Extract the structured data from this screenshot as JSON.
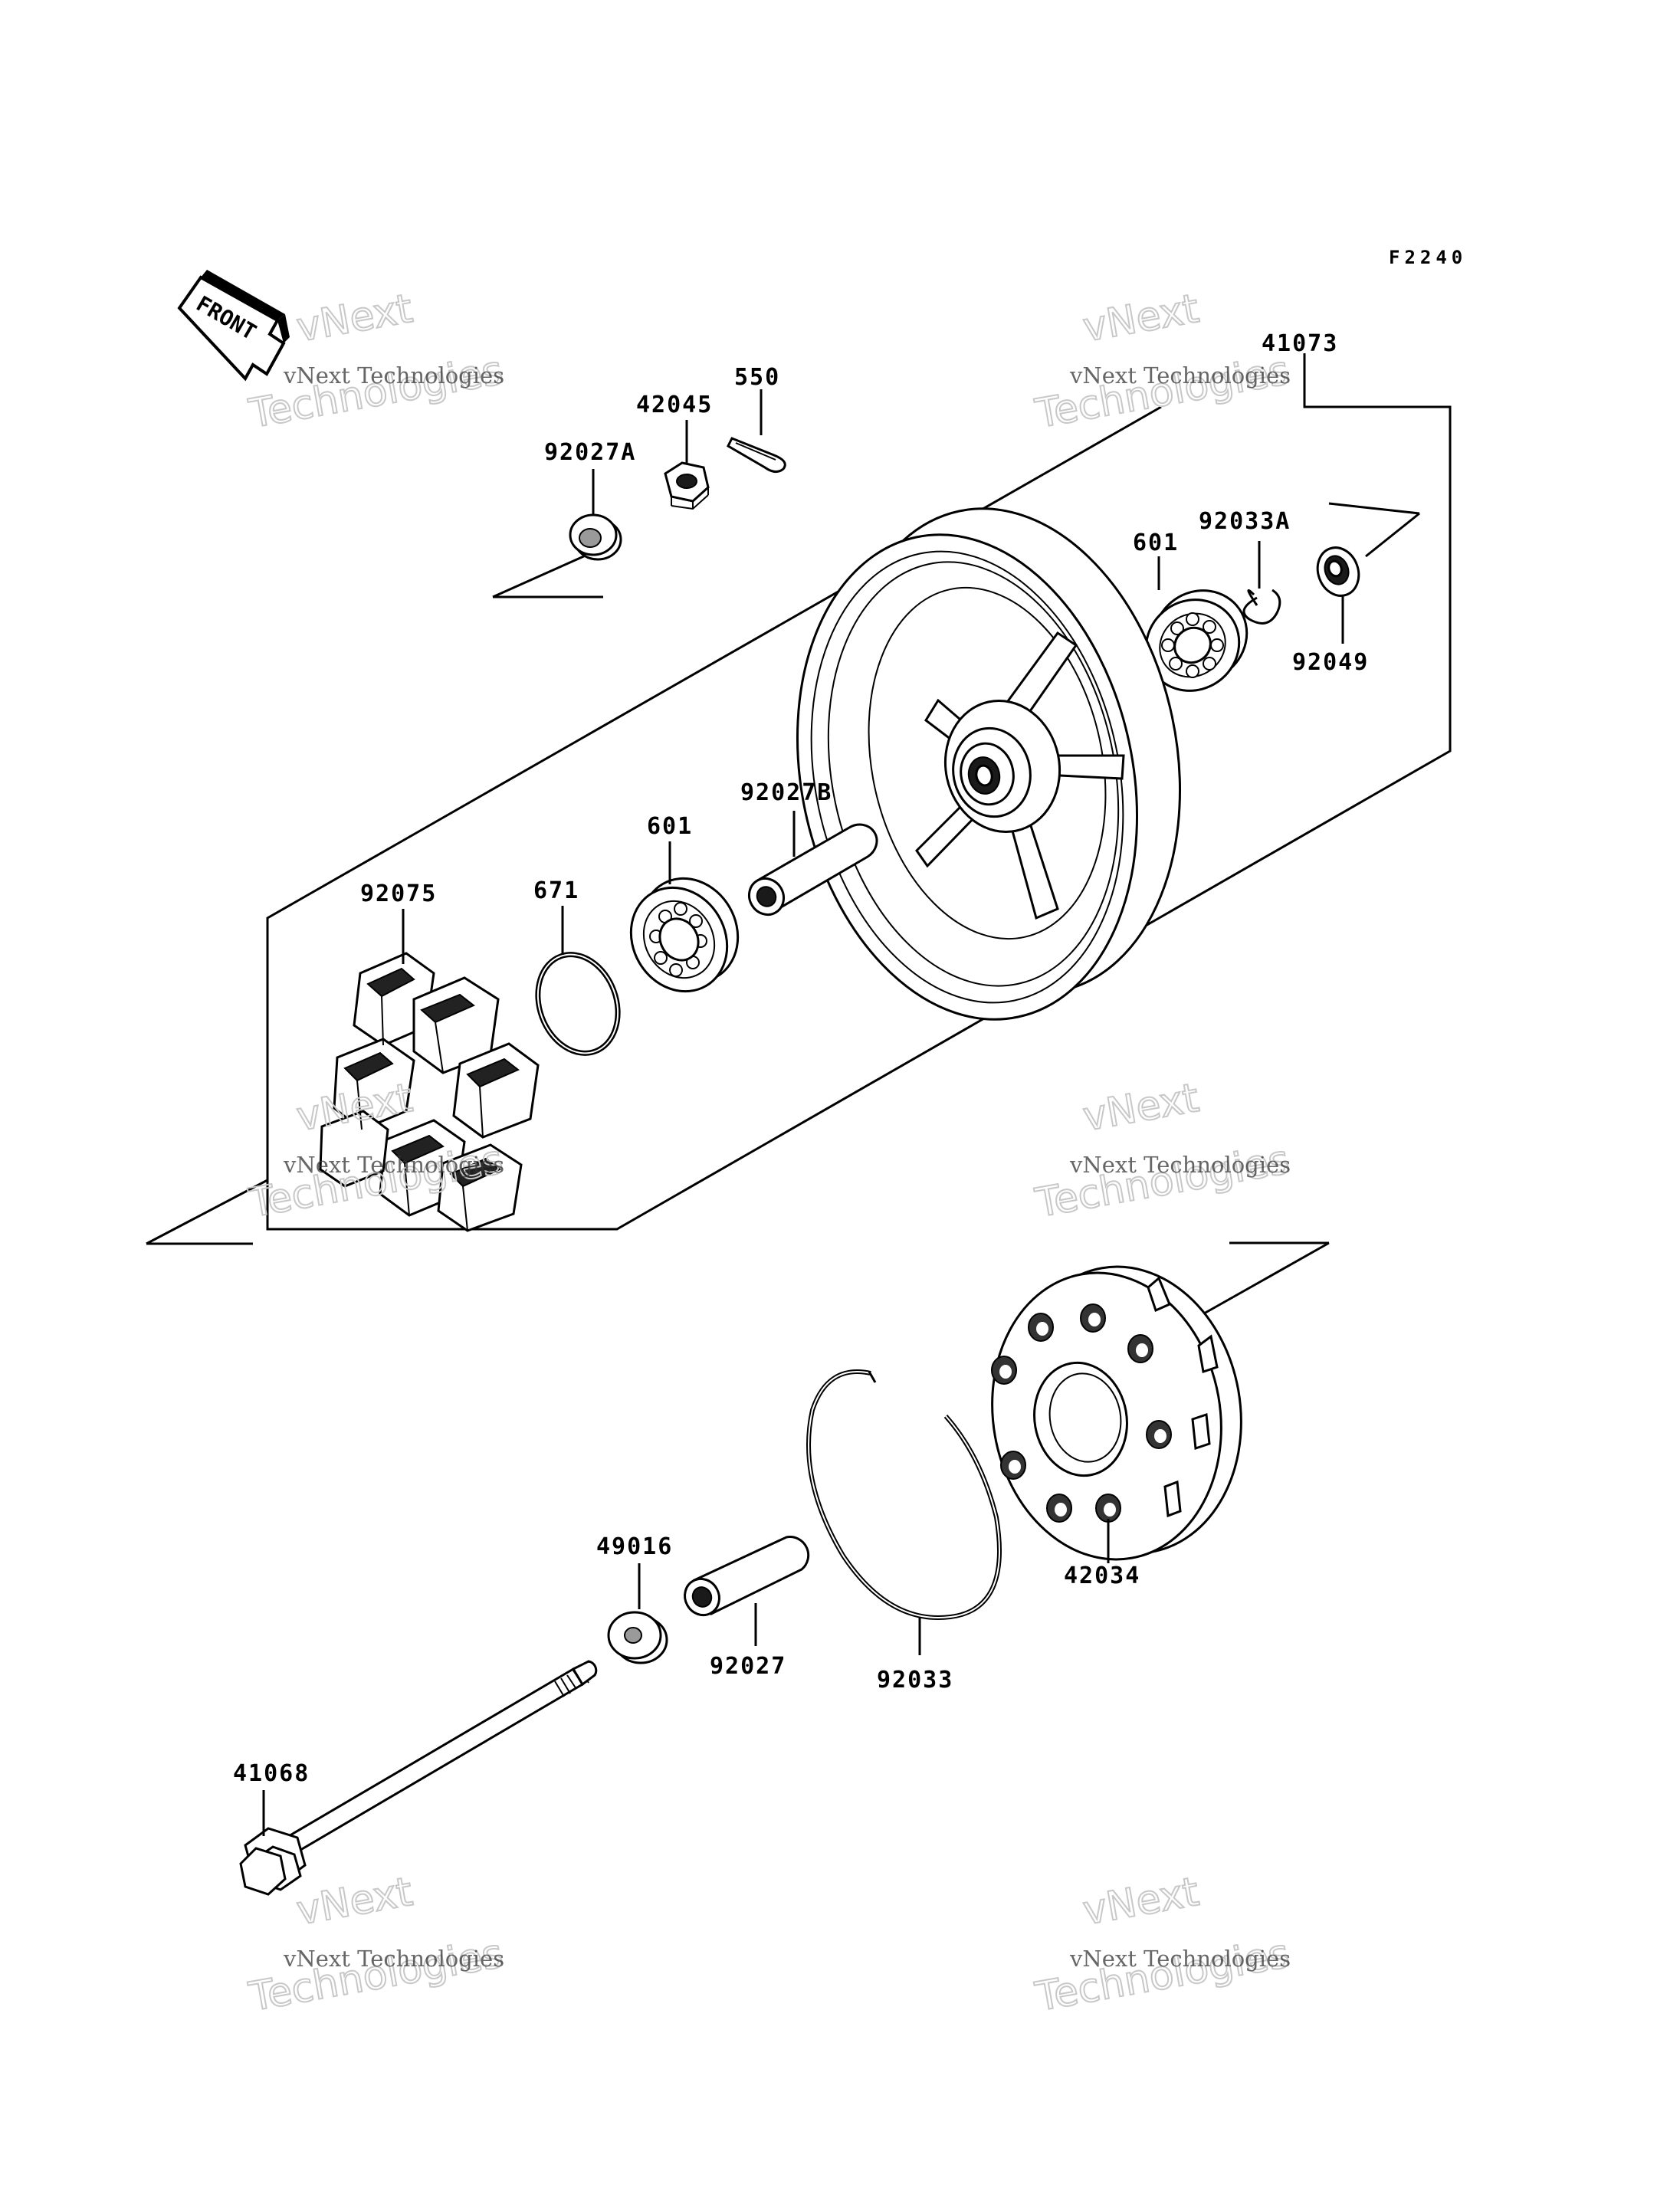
{
  "figure_code": "F2240",
  "front_label": "FRONT",
  "watermark": {
    "line1": "vNext Technologies",
    "line2": "vNext",
    "line3": "Technologies"
  },
  "parts": [
    {
      "id": "p-41073",
      "label": "41073"
    },
    {
      "id": "p-550",
      "label": "550"
    },
    {
      "id": "p-42045",
      "label": "42045"
    },
    {
      "id": "p-92027A",
      "label": "92027A"
    },
    {
      "id": "p-601a",
      "label": "601"
    },
    {
      "id": "p-92033A",
      "label": "92033A"
    },
    {
      "id": "p-92049",
      "label": "92049"
    },
    {
      "id": "p-92027B",
      "label": "92027B"
    },
    {
      "id": "p-601b",
      "label": "601"
    },
    {
      "id": "p-92075",
      "label": "92075"
    },
    {
      "id": "p-671",
      "label": "671"
    },
    {
      "id": "p-42034",
      "label": "42034"
    },
    {
      "id": "p-49016",
      "label": "49016"
    },
    {
      "id": "p-92027",
      "label": "92027"
    },
    {
      "id": "p-92033",
      "label": "92033"
    },
    {
      "id": "p-41068",
      "label": "41068"
    }
  ]
}
